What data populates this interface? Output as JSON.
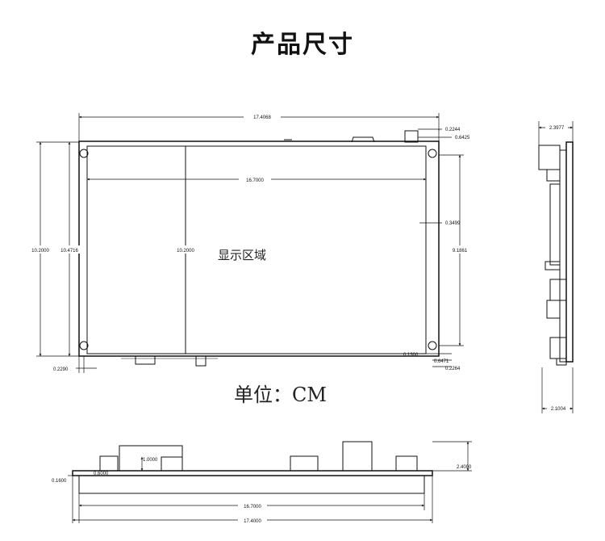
{
  "title": "产品尺寸",
  "display_area_label": "显示区域",
  "unit_label": "单位：CM",
  "front_view": {
    "width_total": "17.4068",
    "width_display": "16.7000",
    "height_outer": "10.2000",
    "height_frame": "10.4716",
    "height_display": "10.2000",
    "height_right": "9.1861",
    "offset_top_1": "0.2244",
    "offset_top_2": "0.6425",
    "offset_mid": "0.3499",
    "offset_bottom_inner": "0.1300",
    "offset_bottom_1": "0.6471",
    "offset_bottom_2": "0.2264",
    "offset_left": "0.2290"
  },
  "side_view": {
    "width_top": "2.3977",
    "width_bottom": "2.1004"
  },
  "bottom_view": {
    "component_height": "1.0000",
    "offset": "0.6000",
    "board_thickness": "0.1600",
    "total_height": "2.4000",
    "width_inner": "16.7000",
    "width_total": "17.4000"
  }
}
